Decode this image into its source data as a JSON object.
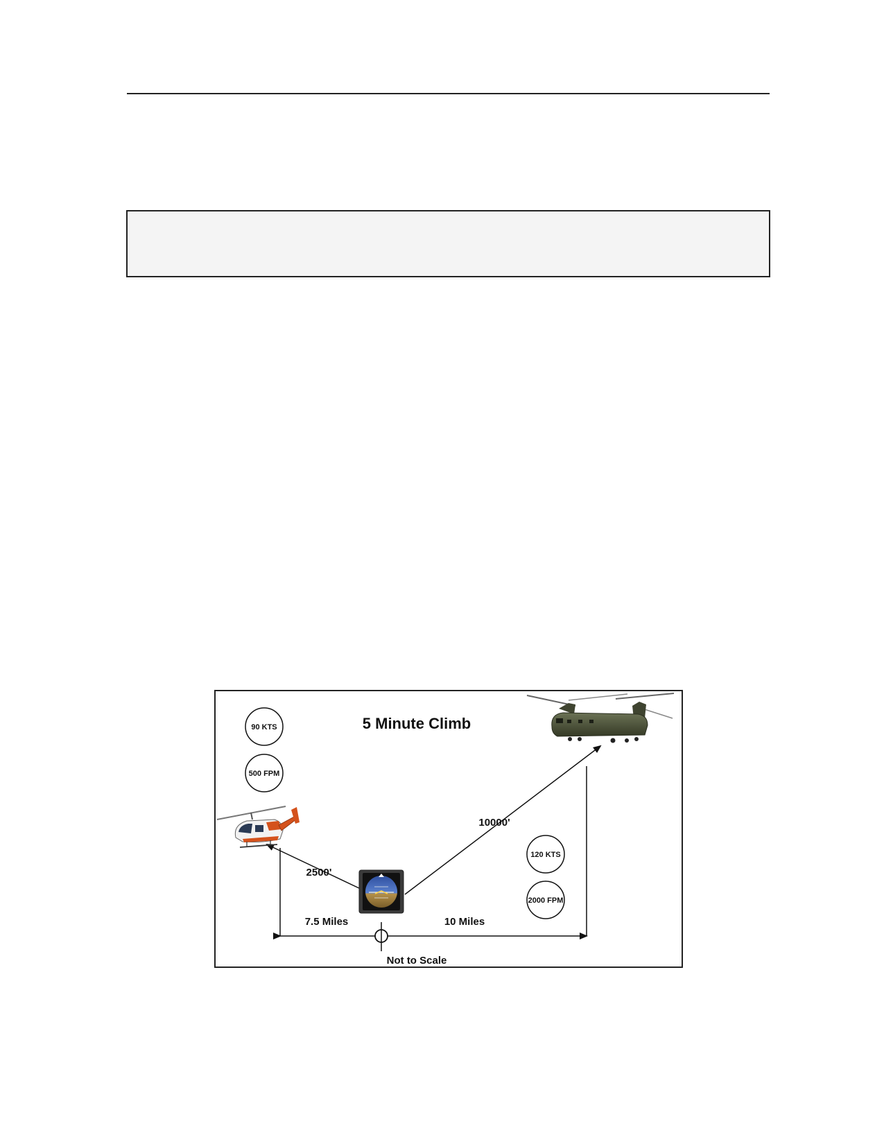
{
  "figure": {
    "title": "5 Minute Climb",
    "footnote": "Not to Scale",
    "small_aircraft": {
      "speed": "90 KTS",
      "climb_rate": "500 FPM",
      "altitude": "2500'",
      "distance": "7.5 Miles"
    },
    "large_aircraft": {
      "speed": "120 KTS",
      "climb_rate": "2000 FPM",
      "altitude": "10000'",
      "distance": "10 Miles"
    },
    "icons": [
      "utility-helicopter-icon",
      "tandem-rotor-helicopter-icon",
      "attitude-indicator-icon",
      "reference-point-icon"
    ],
    "colors": {
      "line": "#111111",
      "small_heli_body": "#f2f2f2",
      "small_heli_accent": "#d4521c",
      "large_heli_body": "#4b5238",
      "sky": "#3f63b5",
      "ground": "#a8853f"
    }
  }
}
